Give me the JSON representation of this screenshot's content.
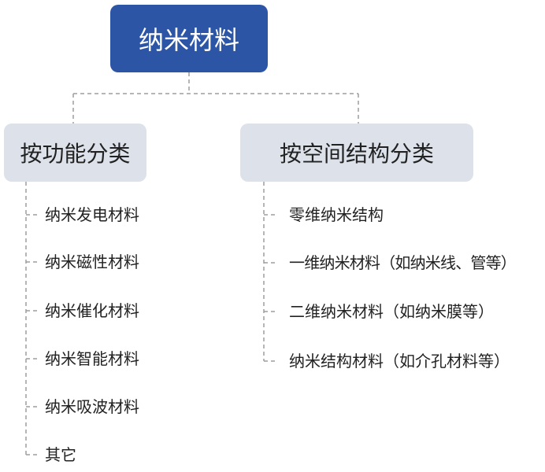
{
  "colors": {
    "root_fill": "#2d55a5",
    "branch_fill": "#dce1ea",
    "connector": "#9e9e9e",
    "text": "#222222"
  },
  "root": {
    "label": "纳米材料"
  },
  "branches": [
    {
      "label": "按功能分类",
      "items": [
        "纳米发电材料",
        "纳米磁性材料",
        "纳米催化材料",
        "纳米智能材料",
        "纳米吸波材料",
        "其它"
      ]
    },
    {
      "label": "按空间结构分类",
      "items": [
        "零维纳米结构",
        "一维纳米材料（如纳米线、管等）",
        "二维纳米材料（如纳米膜等）",
        "纳米结构材料（如介孔材料等）"
      ]
    }
  ]
}
